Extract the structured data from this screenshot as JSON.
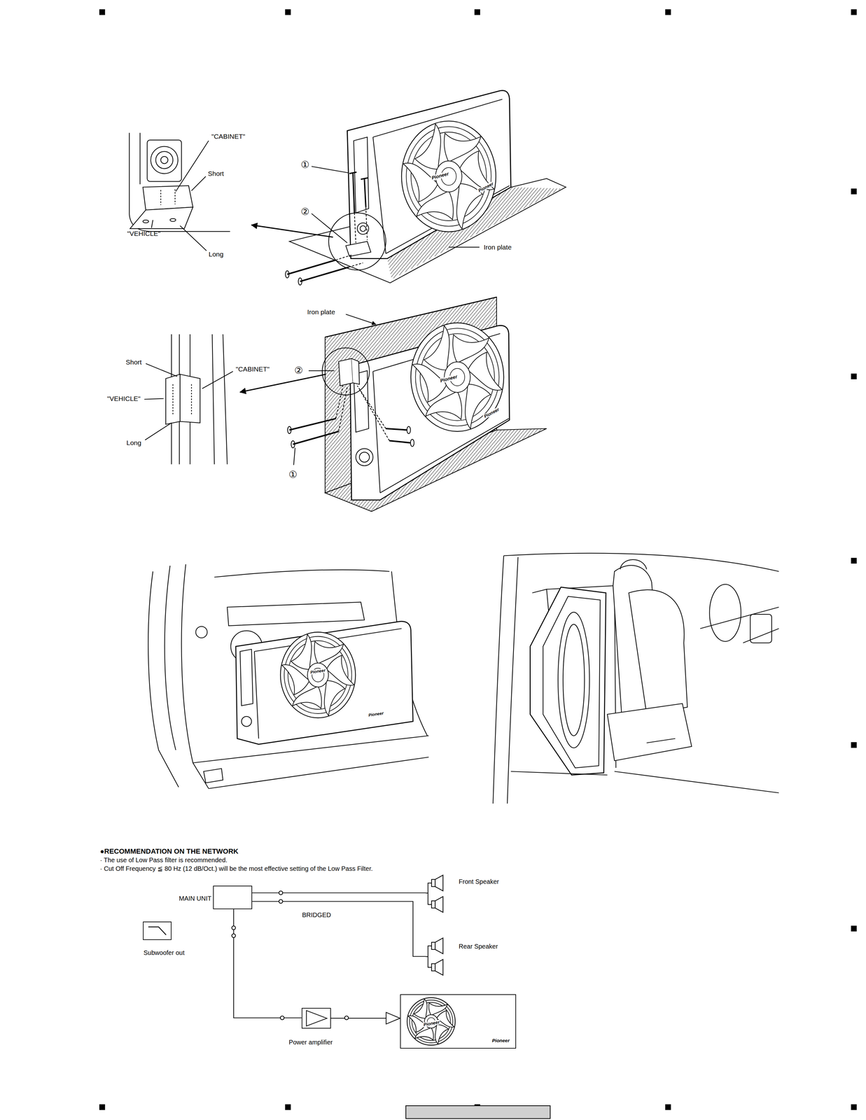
{
  "diagram": {
    "title": "●RECOMMENDATION ON THE NETWORK",
    "nodes": [
      {
        "text": [
          "MAIN UNIT"
        ]
      },
      {
        "text": [
          "Front Speaker"
        ]
      },
      {
        "text": [
          "Rear Speaker"
        ]
      },
      {
        "text": [
          "Subwoofer out"
        ]
      },
      {
        "text": [
          "Power amplifier"
        ]
      },
      {
        "text": [
          "Pioneer",
          "Pioneer"
        ]
      }
    ],
    "edges": [
      {
        "from": 0,
        "to": 1,
        "arrow": "none"
      },
      {
        "from": 0,
        "to": 2,
        "arrow": "none"
      },
      {
        "from": 0,
        "to": 4,
        "arrow": "none"
      },
      {
        "from": 4,
        "to": 5,
        "arrow": "to"
      }
    ],
    "labels": [
      "\"CABINET\"",
      "Short",
      "\"VEHICLE\"",
      "Long",
      "①",
      "②",
      "Iron plate",
      "Pioneer",
      "Pioneer",
      "Iron plate",
      "Short",
      "\"CABINET\"",
      "②",
      "\"VEHICLE\"",
      "Long",
      "①",
      "Pioneer",
      "Pioneer",
      "Pioneer",
      "Pioneer",
      "· The use of Low Pass filter is recommended.",
      "· Cut Off Frequency ≦ 80 Hz (12 dB/Oct.) will be the most effective setting of the Low Pass Filter.",
      "BRIDGED"
    ]
  }
}
